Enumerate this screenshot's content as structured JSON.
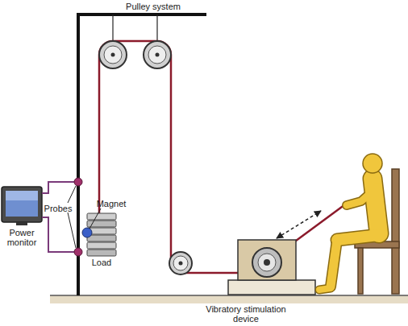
{
  "diagram": {
    "labels": [
      "Pulley system",
      "Probes",
      "Magnet",
      "Power monitor",
      "Load",
      "Vibratory stimulation device"
    ]
  }
}
